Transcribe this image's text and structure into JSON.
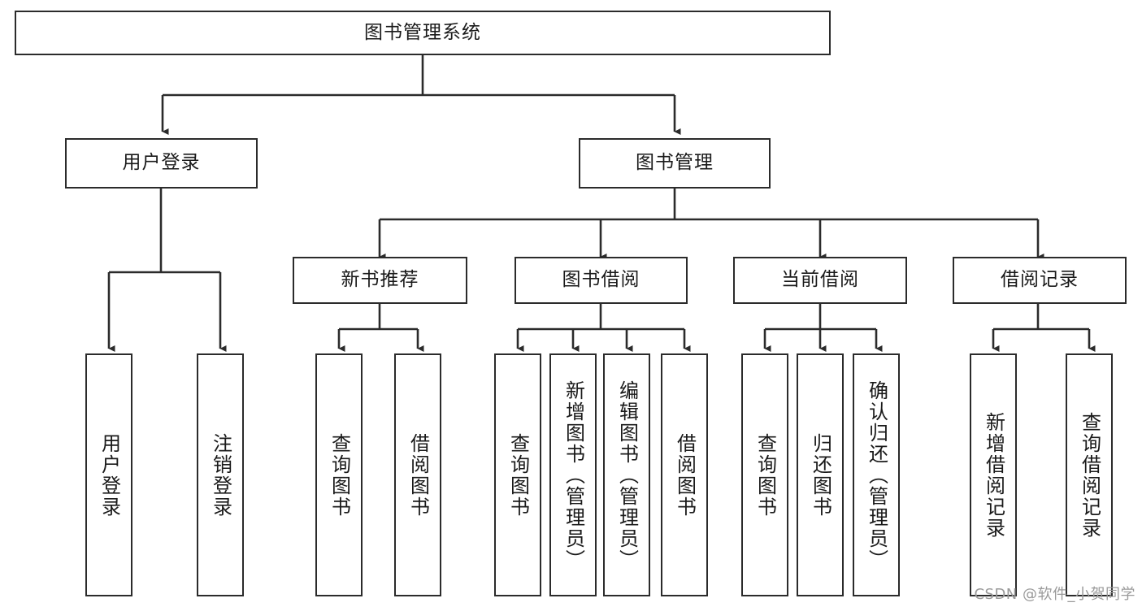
{
  "diagram": {
    "title": "图书管理系统",
    "watermark": "CSDN @软件_小贺同学",
    "line_color": "#2b2b2b",
    "box_fill": "#ffffff",
    "text_color": "#1a1a1a",
    "root": {
      "label": "图书管理系统"
    },
    "level2": [
      {
        "label": "用户登录"
      },
      {
        "label": "图书管理"
      }
    ],
    "level3": [
      {
        "label": "新书推荐"
      },
      {
        "label": "图书借阅"
      },
      {
        "label": "当前借阅"
      },
      {
        "label": "借阅记录"
      }
    ],
    "leaves": {
      "user_login": [
        {
          "label": "用户登录"
        },
        {
          "label": "注销登录"
        }
      ],
      "new_book": [
        {
          "label": "查询图书"
        },
        {
          "label": "借阅图书"
        }
      ],
      "borrow_book": [
        {
          "label": "查询图书"
        },
        {
          "label": "新增图书（管理员）"
        },
        {
          "label": "编辑图书（管理员）"
        },
        {
          "label": "借阅图书"
        }
      ],
      "current_borrow": [
        {
          "label": "查询图书"
        },
        {
          "label": "归还图书"
        },
        {
          "label": "确认归还（管理员）"
        }
      ],
      "borrow_record": [
        {
          "label": "新增借阅记录"
        },
        {
          "label": "查询借阅记录"
        }
      ]
    }
  }
}
